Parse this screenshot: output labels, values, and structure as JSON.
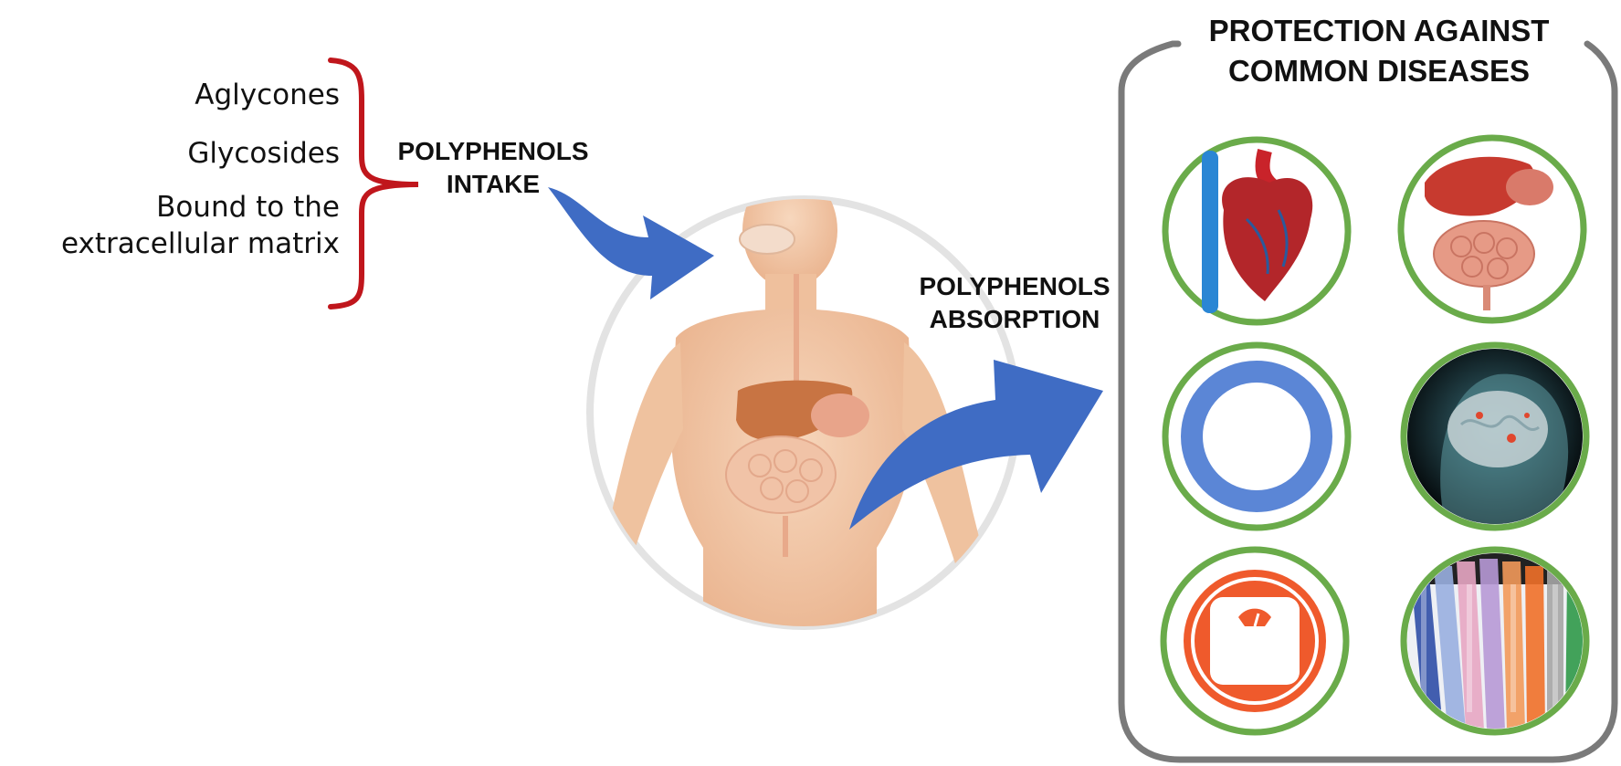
{
  "intake_forms": [
    "Aglycones",
    "Glycosides",
    "Bound to the",
    "extracellular matrix"
  ],
  "intake_label": [
    "POLYPHENOLS",
    "INTAKE"
  ],
  "absorption_label": [
    "POLYPHENOLS",
    "ABSORPTION"
  ],
  "panel_title": [
    "PROTECTION AGAINST",
    "COMMON DISEASES"
  ],
  "disease_icons": [
    {
      "icon": "heart-icon"
    },
    {
      "icon": "digestive-organs-icon"
    },
    {
      "icon": "blue-ring-icon"
    },
    {
      "icon": "brain-icon"
    },
    {
      "icon": "weight-scale-icon"
    },
    {
      "icon": "awareness-ribbons-icon"
    }
  ],
  "colors": {
    "brace": "#c0161c",
    "arrow": "#3f6cc4",
    "icon_ring": "#6aab4a",
    "panel_border": "#7a7a7a",
    "body_circle": "#e4e4e4",
    "skin": "#f2c9a8",
    "scale": "#ef5a2c",
    "blue_ring": "#5b86d6"
  }
}
